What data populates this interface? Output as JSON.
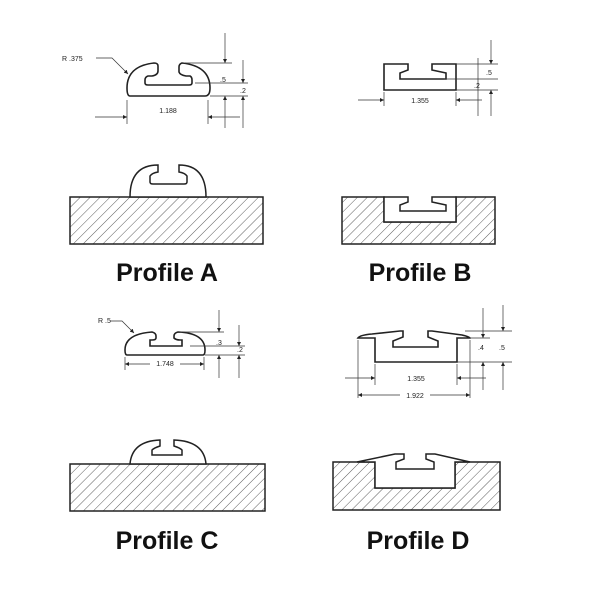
{
  "profiles": [
    {
      "title": "Profile A",
      "radius": "R .375",
      "width": "1.188",
      "height_total": ".5",
      "height_base": ".2"
    },
    {
      "title": "Profile B",
      "width": "1.355",
      "height_total": ".5",
      "height_base": ".2"
    },
    {
      "title": "Profile C",
      "radius": "R .5",
      "width": "1.748",
      "height_total": ".3",
      "height_base": ".2"
    },
    {
      "title": "Profile D",
      "width_inner": "1.355",
      "width_outer": "1.922",
      "height_inner": ".4",
      "height_total": ".5"
    }
  ]
}
